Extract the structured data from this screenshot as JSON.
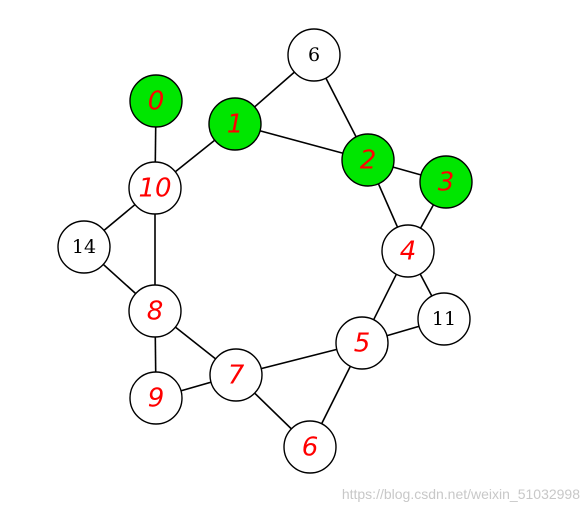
{
  "colors": {
    "highlight": "#00e600",
    "plain": "#ffffff",
    "handwriting": "#ff0000",
    "edge": "#000000"
  },
  "nodes": [
    {
      "id": "n0",
      "label": "0",
      "style": "hand",
      "highlight": true
    },
    {
      "id": "n1",
      "label": "1",
      "style": "hand",
      "highlight": true
    },
    {
      "id": "n6a",
      "label": "6",
      "style": "print",
      "highlight": false
    },
    {
      "id": "n2",
      "label": "2",
      "style": "hand",
      "highlight": true
    },
    {
      "id": "n3",
      "label": "3",
      "style": "hand",
      "highlight": true
    },
    {
      "id": "n10",
      "label": "10",
      "style": "hand",
      "highlight": false
    },
    {
      "id": "n14",
      "label": "14",
      "style": "print",
      "highlight": false
    },
    {
      "id": "n4",
      "label": "4",
      "style": "hand",
      "highlight": false
    },
    {
      "id": "n11",
      "label": "11",
      "style": "print",
      "highlight": false
    },
    {
      "id": "n8",
      "label": "8",
      "style": "hand",
      "highlight": false
    },
    {
      "id": "n5",
      "label": "5",
      "style": "hand",
      "highlight": false
    },
    {
      "id": "n7",
      "label": "7",
      "style": "hand",
      "highlight": false
    },
    {
      "id": "n9",
      "label": "9",
      "style": "hand",
      "highlight": false
    },
    {
      "id": "n6b",
      "label": "6",
      "style": "hand",
      "highlight": false
    }
  ],
  "edges": [
    [
      "n0",
      "n10"
    ],
    [
      "n10",
      "n1"
    ],
    [
      "n1",
      "n6a"
    ],
    [
      "n1",
      "n2"
    ],
    [
      "n6a",
      "n2"
    ],
    [
      "n2",
      "n3"
    ],
    [
      "n2",
      "n4"
    ],
    [
      "n3",
      "n4"
    ],
    [
      "n10",
      "n14"
    ],
    [
      "n10",
      "n8"
    ],
    [
      "n14",
      "n8"
    ],
    [
      "n4",
      "n5"
    ],
    [
      "n4",
      "n11"
    ],
    [
      "n5",
      "n11"
    ],
    [
      "n8",
      "n7"
    ],
    [
      "n8",
      "n9"
    ],
    [
      "n9",
      "n7"
    ],
    [
      "n7",
      "n5"
    ],
    [
      "n7",
      "n6b"
    ],
    [
      "n5",
      "n6b"
    ]
  ],
  "watermark": "https://blog.csdn.net/weixin_51032998"
}
